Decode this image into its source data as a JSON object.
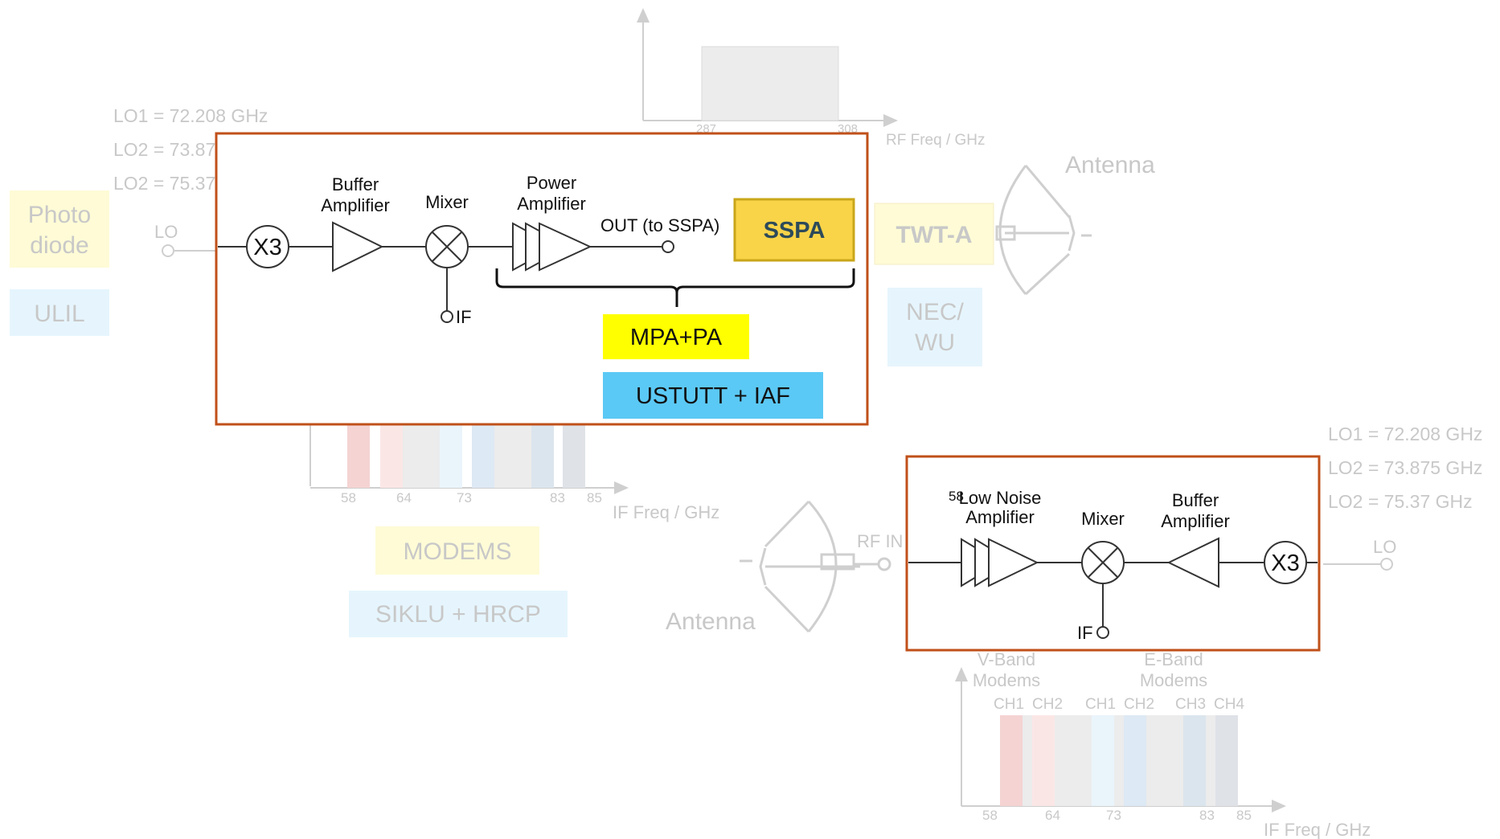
{
  "lo_top": {
    "lo1": "LO1 = 72.208 GHz",
    "lo2a": "LO2 = 73.87",
    "lo2b": "LO2 = 75.37"
  },
  "lo_right": {
    "lo1": "LO1 = 72.208 GHz",
    "lo2a": "LO2 = 73.875 GHz",
    "lo2b": "LO2 = 75.37 GHz"
  },
  "left_labels": {
    "photo_line1": "Photo",
    "photo_line2": "diode",
    "ulil": "ULIL",
    "lo": "LO"
  },
  "rf_chart_top": {
    "tick1": "287",
    "tick2": "308",
    "axis": "RF Freq  / GHz"
  },
  "antenna_top": {
    "label": "Antenna",
    "twt": "TWT-A",
    "nec_line1": "NEC/",
    "nec_line2": "WU"
  },
  "tx_box": {
    "x3": "X3",
    "buffer_line1": "Buffer",
    "buffer_line2": "Amplifier",
    "mixer": "Mixer",
    "power_line1": "Power",
    "power_line2": "Amplifier",
    "out": "OUT (to SSPA)",
    "if": "IF",
    "sspa": "SSPA",
    "mpa": "MPA+PA",
    "ustutt": "USTUTT  + IAF"
  },
  "if_chart_left": {
    "ticks": [
      "58",
      "64",
      "73",
      "83",
      "85"
    ],
    "axis": "IF Freq  / GHz",
    "modems": "MODEMS",
    "siklu": "SIKLU + HRCP"
  },
  "antenna_bottom": {
    "rf_in": "RF IN",
    "label": "Antenna"
  },
  "rx_box": {
    "stray": "58",
    "lna_line1": "Low Noise",
    "lna_line2": "Amplifier",
    "mixer": "Mixer",
    "buffer_line1": "Buffer",
    "buffer_line2": "Amplifier",
    "x3": "X3",
    "if": "IF",
    "lo": "LO"
  },
  "if_chart_right": {
    "vband_line1": "V-Band",
    "vband_line2": "Modems",
    "eband_line1": "E-Band",
    "eband_line2": "Modems",
    "channels": [
      "CH1",
      "CH2",
      "CH1",
      "CH2",
      "CH3",
      "CH4"
    ],
    "ticks": [
      "58",
      "64",
      "73",
      "83",
      "85"
    ],
    "axis": "IF Freq  / GHz"
  },
  "colors": {
    "frame": "#c0501a",
    "sspa_fill": "#f9d448",
    "mpa_fill": "#ffff00",
    "ustutt_fill": "#5bc9f5",
    "faded_yellow": "#fefbd6",
    "faded_blue": "#e6f5fd"
  }
}
